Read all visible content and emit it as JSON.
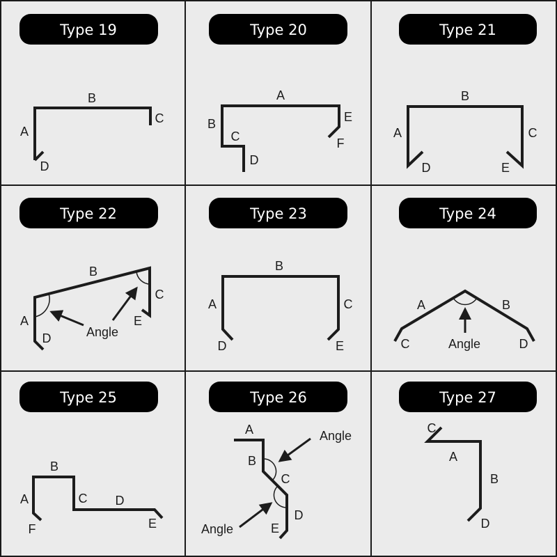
{
  "types": [
    {
      "title": "Type 19",
      "labels": [
        "B",
        "C",
        "A",
        "D"
      ]
    },
    {
      "title": "Type 20",
      "labels": [
        "A",
        "B",
        "C",
        "D",
        "E",
        "F"
      ]
    },
    {
      "title": "Type 21",
      "labels": [
        "B",
        "A",
        "C",
        "D",
        "E"
      ]
    },
    {
      "title": "Type 22",
      "labels": [
        "B",
        "A",
        "D",
        "C",
        "E"
      ],
      "angle": "Angle"
    },
    {
      "title": "Type 23",
      "labels": [
        "B",
        "A",
        "C",
        "D",
        "E"
      ]
    },
    {
      "title": "Type 24",
      "labels": [
        "A",
        "B",
        "C",
        "D"
      ],
      "angle": "Angle"
    },
    {
      "title": "Type 25",
      "labels": [
        "B",
        "A",
        "C",
        "D",
        "F",
        "E"
      ]
    },
    {
      "title": "Type 26",
      "labels": [
        "A",
        "B",
        "C",
        "D",
        "E"
      ],
      "angle": "Angle",
      "angle2": "Angle"
    },
    {
      "title": "Type 27",
      "labels": [
        "C",
        "A",
        "B",
        "D"
      ]
    }
  ]
}
